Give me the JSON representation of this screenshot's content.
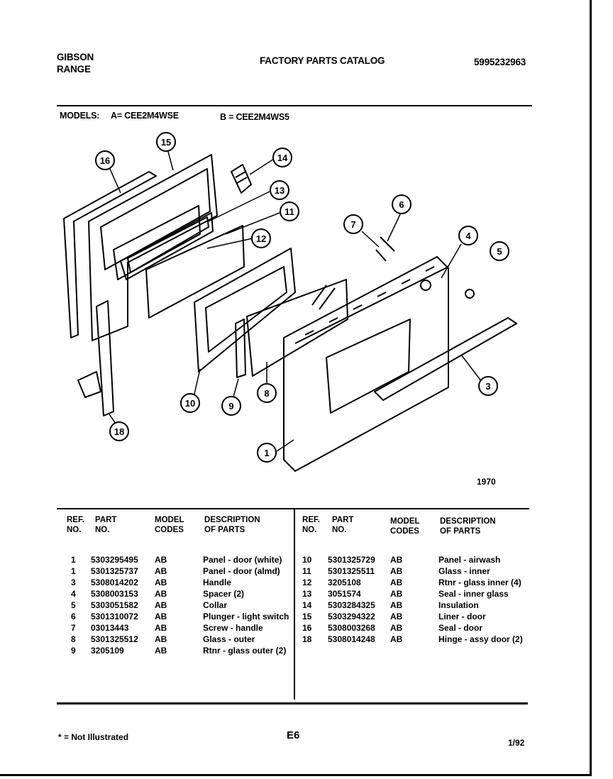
{
  "header": {
    "brand_line1": "GIBSON",
    "brand_line2": "RANGE",
    "catalog_title": "FACTORY PARTS CATALOG",
    "catalog_number": "5995232963"
  },
  "models": {
    "label": "MODELS:",
    "model_a": "A= CEE2M4WSE",
    "model_b": "B = CEE2M4WS5"
  },
  "diagram": {
    "figure_number": "1970",
    "callouts": [
      "16",
      "15",
      "14",
      "13",
      "11",
      "12",
      "7",
      "6",
      "4",
      "5",
      "3",
      "10",
      "9",
      "8",
      "1",
      "18"
    ]
  },
  "table": {
    "headers": {
      "ref": [
        "REF.",
        "NO."
      ],
      "part": [
        "PART",
        "NO."
      ],
      "model": [
        "MODEL",
        "CODES"
      ],
      "desc": [
        "DESCRIPTION",
        "OF PARTS"
      ]
    },
    "left_rows": [
      {
        "ref": "1",
        "part": "5303295495",
        "codes": "AB",
        "desc": "Panel - door (white)"
      },
      {
        "ref": "1",
        "part": "5301325737",
        "codes": "AB",
        "desc": "Panel - door (almd)"
      },
      {
        "ref": "3",
        "part": "5308014202",
        "codes": "AB",
        "desc": "Handle"
      },
      {
        "ref": "4",
        "part": "5308003153",
        "codes": "AB",
        "desc": "Spacer (2)"
      },
      {
        "ref": "5",
        "part": "5303051582",
        "codes": "AB",
        "desc": "Collar"
      },
      {
        "ref": "6",
        "part": "5301310072",
        "codes": "AB",
        "desc": "Plunger - light switch"
      },
      {
        "ref": "7",
        "part": "03013443",
        "codes": "AB",
        "desc": "Screw - handle"
      },
      {
        "ref": "8",
        "part": "5301325512",
        "codes": "AB",
        "desc": "Glass - outer"
      },
      {
        "ref": "9",
        "part": "3205109",
        "codes": "AB",
        "desc": "Rtnr - glass outer (2)"
      }
    ],
    "right_rows": [
      {
        "ref": "10",
        "part": "5301325729",
        "codes": "AB",
        "desc": "Panel - airwash"
      },
      {
        "ref": "11",
        "part": "5301325511",
        "codes": "AB",
        "desc": "Glass - inner"
      },
      {
        "ref": "12",
        "part": "3205108",
        "codes": "AB",
        "desc": "Rtnr - glass inner (4)"
      },
      {
        "ref": "13",
        "part": "3051574",
        "codes": "AB",
        "desc": "Seal - inner glass"
      },
      {
        "ref": "14",
        "part": "5303284325",
        "codes": "AB",
        "desc": "Insulation"
      },
      {
        "ref": "15",
        "part": "5303294322",
        "codes": "AB",
        "desc": "Liner - door"
      },
      {
        "ref": "16",
        "part": "5308003268",
        "codes": "AB",
        "desc": "Seal - door"
      },
      {
        "ref": "18",
        "part": "5308014248",
        "codes": "AB",
        "desc": "Hinge - assy door (2)"
      }
    ]
  },
  "footer": {
    "note": "* = Not Illustrated",
    "page": "E6",
    "date": "1/92"
  }
}
